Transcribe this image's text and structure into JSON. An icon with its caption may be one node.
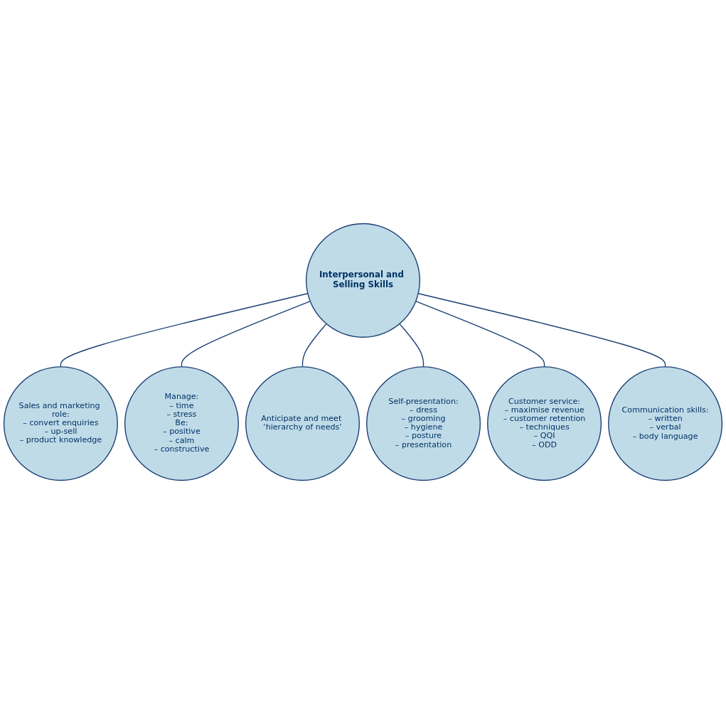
{
  "diagram": {
    "nodes": [
      {
        "text": [
          "Interpersonal and Selling Skills"
        ]
      },
      {
        "text": [
          "Sales and marketing role:",
          "– convert enquiries",
          "– up-sell",
          "– product knowledge"
        ]
      },
      {
        "text": [
          "Manage:",
          "– time",
          "– stress",
          "Be:",
          "– positive",
          "– calm",
          "– constructive"
        ]
      },
      {
        "text": [
          "Anticipate and meet ‘hierarchy of needs’"
        ]
      },
      {
        "text": [
          "Self-presentation:",
          "– dress",
          "– grooming",
          "– hygiene",
          "– posture",
          "– presentation"
        ]
      },
      {
        "text": [
          "Customer service:",
          "– maximise revenue",
          "– customer retention",
          "– techniques",
          "– QQI",
          "– ODD"
        ]
      },
      {
        "text": [
          "Communication skills:",
          "– written",
          "– verbal",
          "– body language"
        ]
      }
    ],
    "edges": [
      {
        "from": 0,
        "to": 1,
        "arrow": "none"
      },
      {
        "from": 0,
        "to": 2,
        "arrow": "none"
      },
      {
        "from": 0,
        "to": 3,
        "arrow": "none"
      },
      {
        "from": 0,
        "to": 4,
        "arrow": "none"
      },
      {
        "from": 0,
        "to": 5,
        "arrow": "none"
      },
      {
        "from": 0,
        "to": 6,
        "arrow": "none"
      }
    ]
  }
}
